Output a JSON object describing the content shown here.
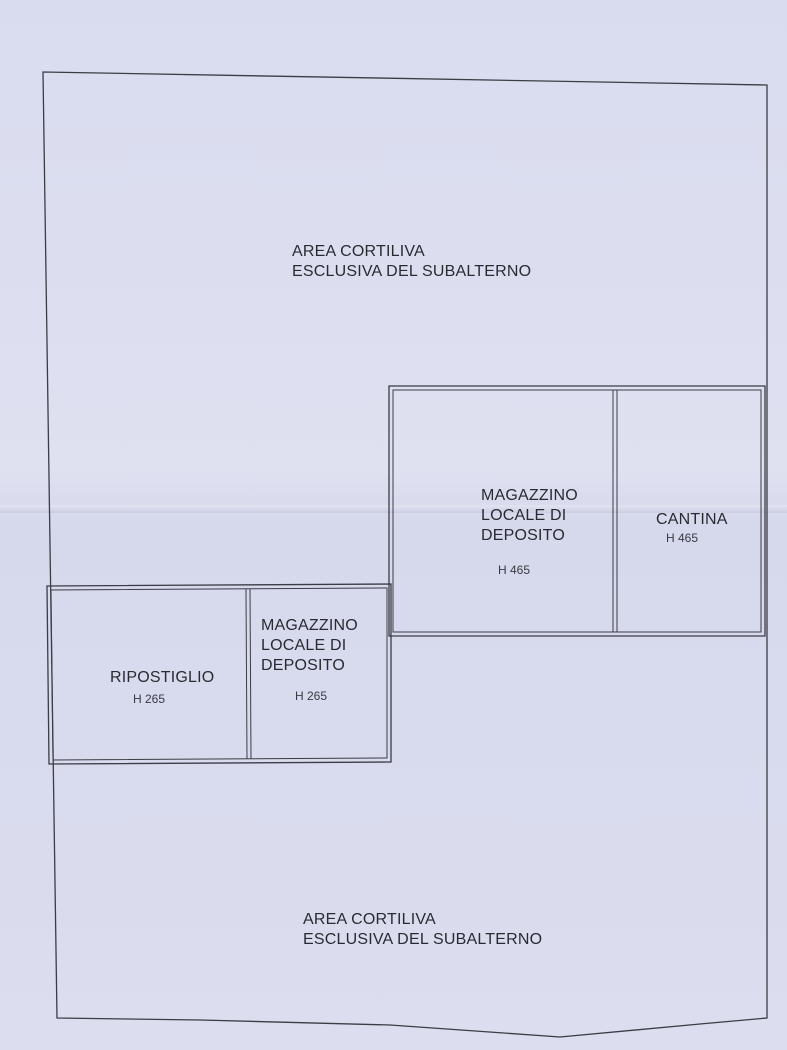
{
  "plan": {
    "top_area": {
      "line1": "AREA CORTILIVA",
      "line2": "ESCLUSIVA DEL SUBALTERNO"
    },
    "bottom_area": {
      "line1": "AREA CORTILIVA",
      "line2": "ESCLUSIVA DEL SUBALTERNO"
    },
    "rooms": [
      {
        "line1": "MAGAZZINO",
        "line2": "LOCALE DI",
        "line3": "DEPOSITO",
        "height": "H 465"
      },
      {
        "line1": "CANTINA",
        "height": "H 465"
      },
      {
        "line1": "RIPOSTIGLIO",
        "height": "H 265"
      },
      {
        "line1": "MAGAZZINO",
        "line2": "LOCALE DI",
        "line3": "DEPOSITO",
        "height": "H 265"
      }
    ]
  }
}
